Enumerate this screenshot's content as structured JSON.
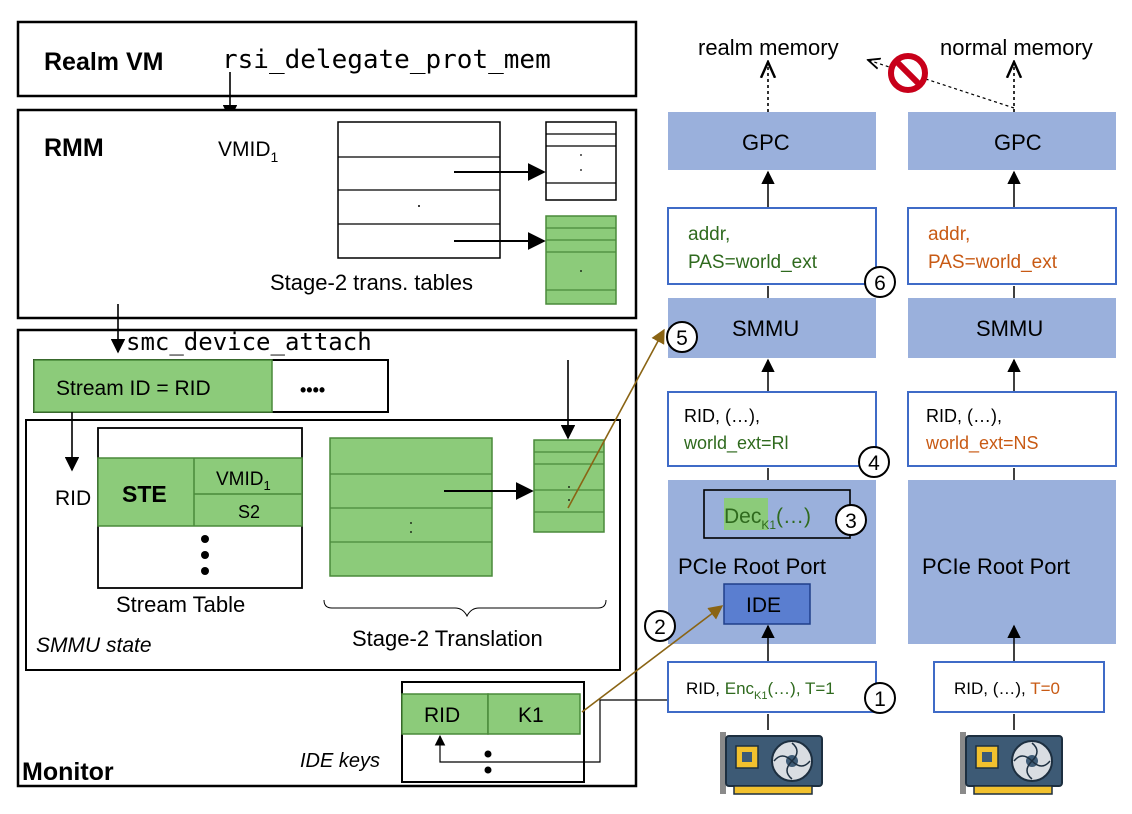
{
  "colors": {
    "green_fill": "#8ccb7a",
    "green_stroke": "#4a8a3a",
    "blue_fill": "#9ab0dc",
    "blue_stroke": "#3f6bc7",
    "ide_fill": "#5a7ed0",
    "green_text": "#2f6a1e",
    "orange_text": "#c85a14",
    "brown_arrow": "#8a6414"
  },
  "realm_vm": {
    "title": "Realm VM",
    "call": "rsi_delegate_prot_mem"
  },
  "rmm": {
    "title": "RMM",
    "vmid_base": "VMID",
    "vmid_sub": "1",
    "tables_label": "Stage-2 trans. tables"
  },
  "monitor": {
    "title": "Monitor",
    "call": "smc_device_attach",
    "stream_id": "Stream ID = RID",
    "dots": "••••",
    "rid_label": "RID",
    "ste": "STE",
    "vmid_base": "VMID",
    "vmid_sub": "1",
    "s2": "S2",
    "stream_table_label": "Stream Table",
    "smmu_state_label": "SMMU state",
    "stage2_label": "Stage-2 Translation",
    "ide_keys": {
      "rid": "RID",
      "key": "K1",
      "label": "IDE keys"
    }
  },
  "right": {
    "realm_memory": "realm memory",
    "normal_memory": "normal memory",
    "gpc": "GPC",
    "smmu": "SMMU",
    "root_port": "PCIe  Root Port",
    "ide": "IDE",
    "left": {
      "addr": "addr,",
      "pas": "PAS=world_ext",
      "rid_line": "RID, (…),",
      "world": "world_ext=Rl",
      "dec_base": "Dec",
      "dec_sub": "K1",
      "dec_tail": "(…)",
      "pkt_rid": "RID, ",
      "pkt_enc": "Enc",
      "pkt_enc_sub": "K1",
      "pkt_enc_tail": "(…)",
      "pkt_t": ", T=1"
    },
    "rightcol": {
      "addr": "addr,",
      "pas": "PAS=world_ext",
      "rid_line": "RID, (…),",
      "world": "world_ext=NS",
      "pkt_rid": "RID, (…), ",
      "pkt_t": "T=0"
    }
  },
  "steps": [
    "1",
    "2",
    "3",
    "4",
    "5",
    "6"
  ]
}
